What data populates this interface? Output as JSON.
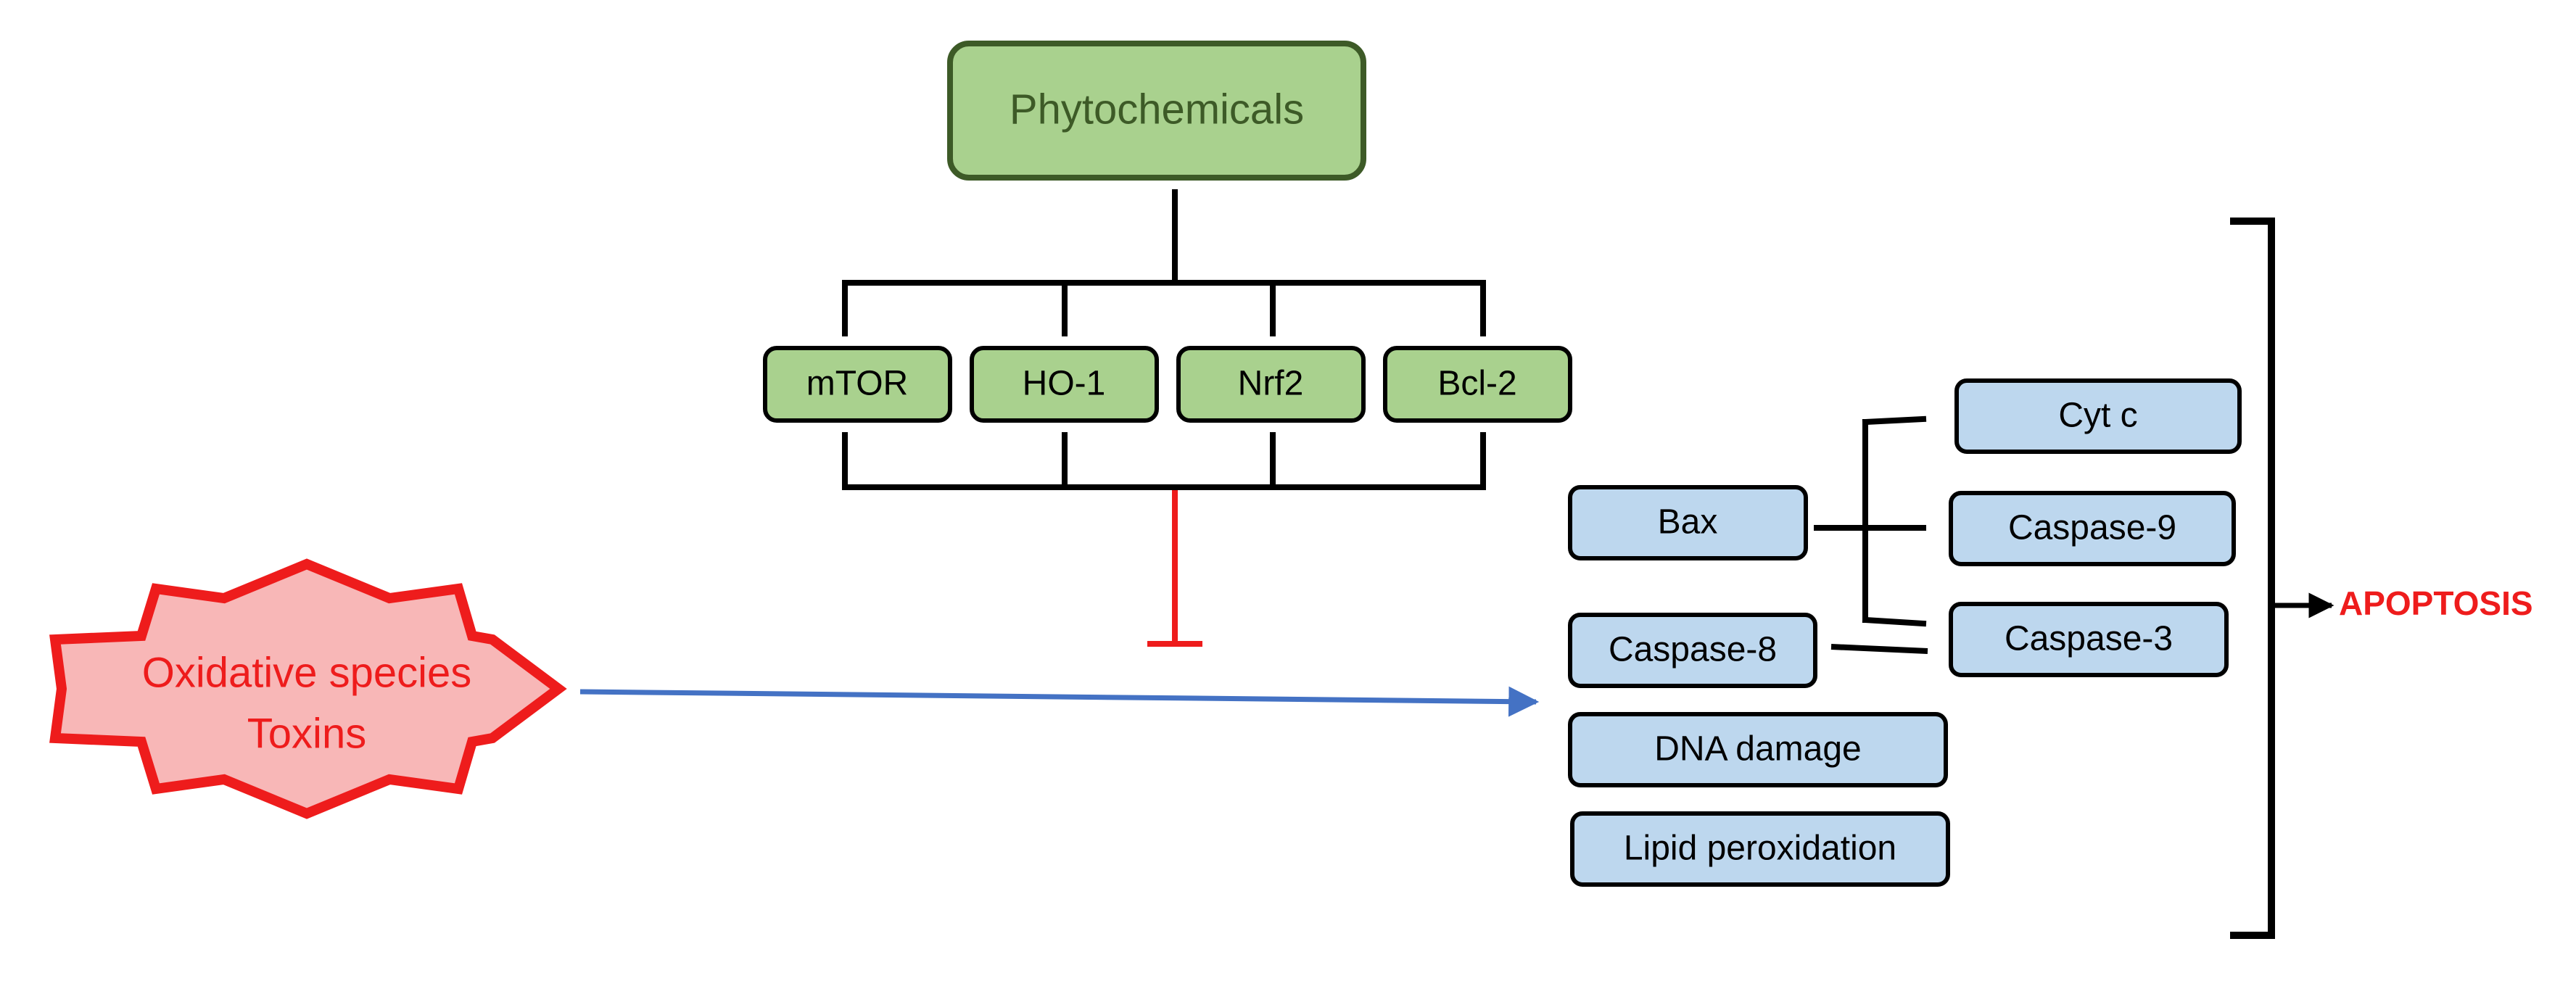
{
  "title": "Phytochemicals",
  "targets": [
    "mTOR",
    "HO-1",
    "Nrf2",
    "Bcl-2"
  ],
  "stressor": {
    "line1": "Oxidative species",
    "line2": "Toxins"
  },
  "mitochondrial": {
    "trigger": "Bax",
    "effectors": [
      "Cyt c",
      "Caspase-9",
      "Caspase-3"
    ]
  },
  "other_events": [
    "Caspase-8",
    "DNA damage",
    "Lipid peroxidation"
  ],
  "outcome": "APOPTOSIS",
  "colors": {
    "green_fill": "#a9d18e",
    "green_stroke": "#3d5a27",
    "blue_fill": "#bdd7ee",
    "star_fill": "#f8b7b7",
    "red": "#ee1c1c",
    "arrow_blue": "#4472c4"
  }
}
